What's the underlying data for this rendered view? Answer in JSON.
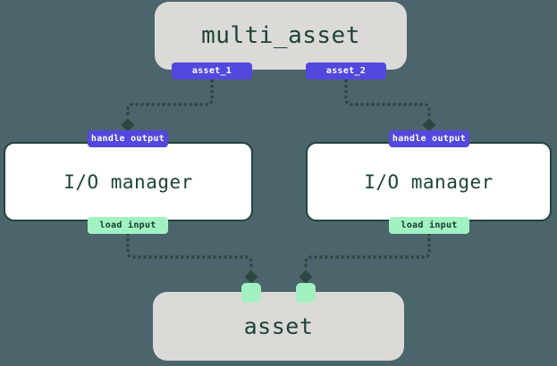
{
  "colors": {
    "background": "#4C646C",
    "node_fill_gray": "#DBDAD7",
    "node_fill_white": "#FFFFFF",
    "node_border_dark": "#23443C",
    "arrow_dark_teal": "#2A4841",
    "badge_purple": "#5348DD",
    "badge_green": "#A2F2C1",
    "text_dark_teal": "#1D4339",
    "badge_text_white": "#FFFFFF"
  },
  "nodes": {
    "multi_asset": {
      "label": "multi_asset",
      "outputs": [
        {
          "label": "asset_1"
        },
        {
          "label": "asset_2"
        }
      ]
    },
    "io_managers": [
      {
        "title": "I/O manager",
        "top_badge": "handle output",
        "bottom_badge": "load input"
      },
      {
        "title": "I/O manager",
        "top_badge": "handle output",
        "bottom_badge": "load input"
      }
    ],
    "asset": {
      "label": "asset"
    }
  }
}
